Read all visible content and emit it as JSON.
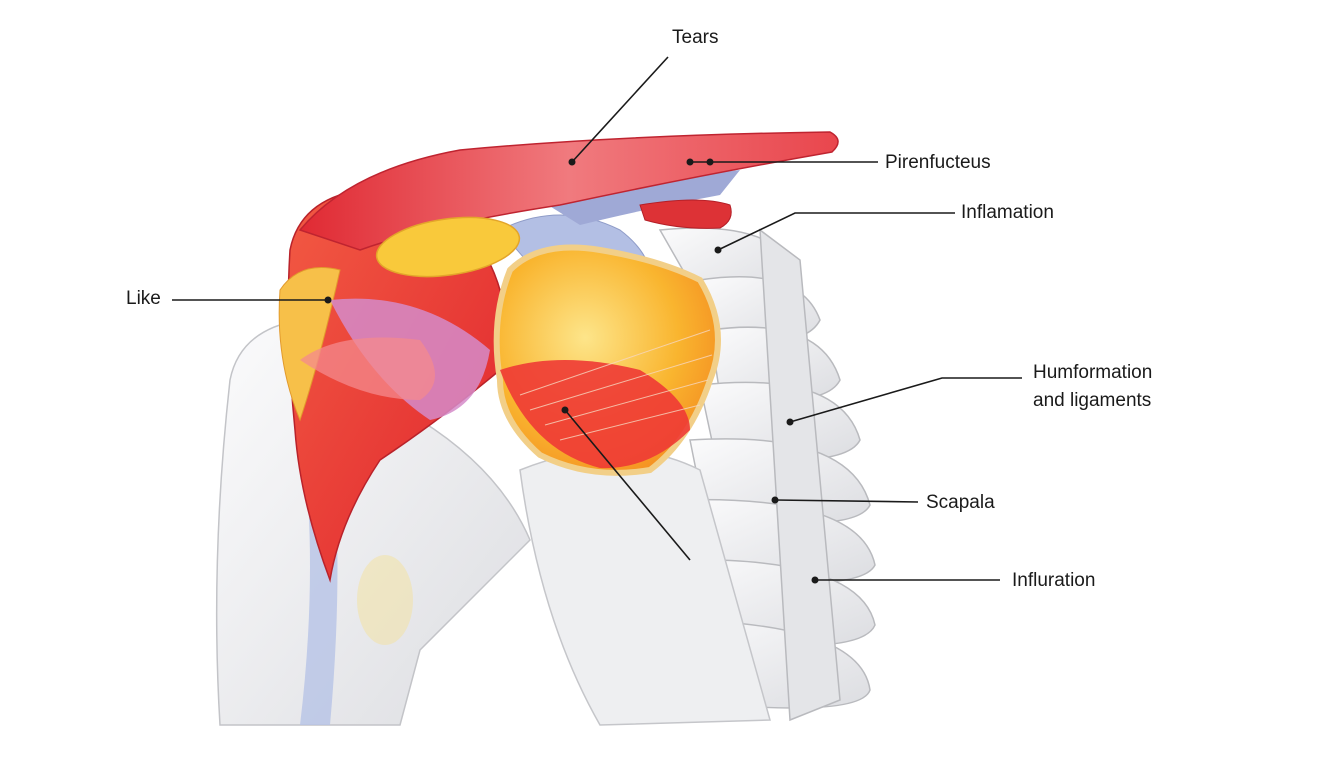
{
  "labels": {
    "tears": "Tears",
    "pirenfucteus": "Pirenfucteus",
    "inflamation": "Inflamation",
    "like": "Like",
    "humformation_line1": "Humformation",
    "humformation_line2": "and ligaments",
    "scapala": "Scapala",
    "influration": "Influration"
  },
  "colors": {
    "muscle_red": "#e8434a",
    "muscle_light": "#f6a3a3",
    "tendon_yellow": "#f9c93b",
    "fat_orange": "#f7a12a",
    "bone": "#eeeeef",
    "bone_shade": "#c9cace",
    "cartilage_blue": "#aab6dd",
    "muscle_purple": "#c98bc4",
    "leader_line": "#1a1a1a"
  }
}
